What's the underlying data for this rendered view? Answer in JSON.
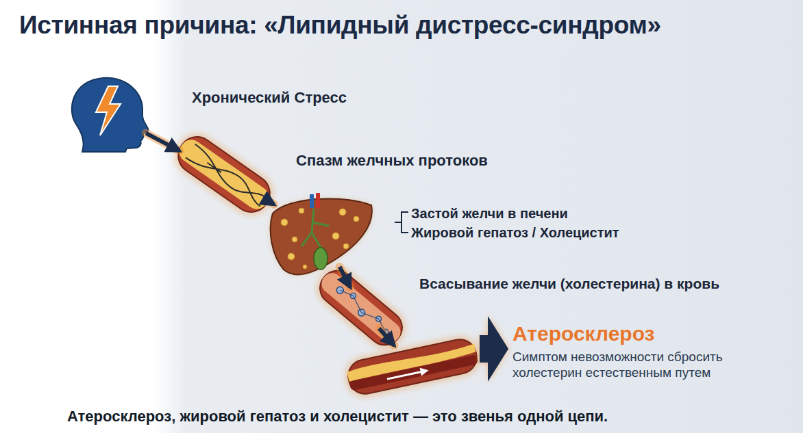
{
  "diagram": {
    "title": "Истинная причина: «Липидный дистресс-синдром»",
    "caption": "Атеросклероз, жировой гепатоз и холецистит — это звенья одной цепи.",
    "nodes": [
      {
        "text": [
          "Хронический Стресс"
        ]
      },
      {
        "text": [
          "Спазм желчных протоков"
        ]
      },
      {
        "text": [
          "Застой желчи в печени",
          "Жировой гепатоз / Холецистит"
        ]
      },
      {
        "text": [
          "Всасывание желчи (холестерина) в кровь"
        ]
      },
      {
        "text": [
          "Атеросклероз",
          "Симптом невозможности сбросить холестерин естественным путем"
        ]
      }
    ],
    "edges": [
      {
        "from": 0,
        "to": 1,
        "arrow": "to"
      },
      {
        "from": 1,
        "to": 2,
        "arrow": "to"
      },
      {
        "from": 2,
        "to": 3,
        "arrow": "to"
      },
      {
        "from": 3,
        "to": 4,
        "arrow": "to"
      }
    ]
  }
}
